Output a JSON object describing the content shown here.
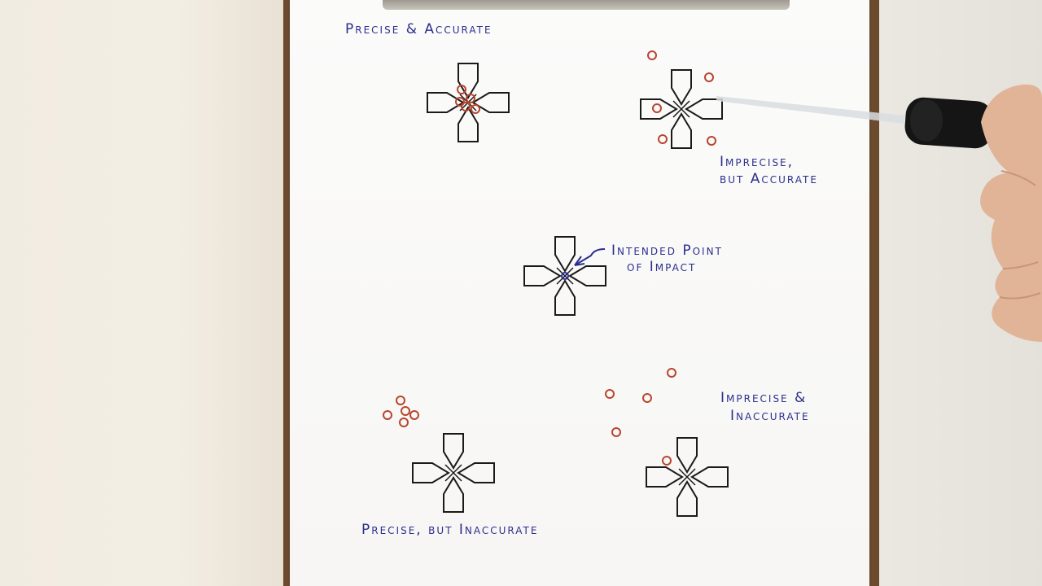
{
  "captions": {
    "precise_accurate": "Precise & Accurate",
    "imprecise_accurate_line1": "Imprecise,",
    "imprecise_accurate_line2": "but Accurate",
    "intended_line1": "Intended Point",
    "intended_line2": "of Impact",
    "imprecise_inaccurate_line1": "Imprecise &",
    "imprecise_inaccurate_line2": "Inaccurate",
    "precise_inaccurate": "Precise, but Inaccurate"
  },
  "colors": {
    "ink_blue": "#2b2f8f",
    "shot_red": "#b8452f",
    "target_black": "#1a1a1a"
  }
}
